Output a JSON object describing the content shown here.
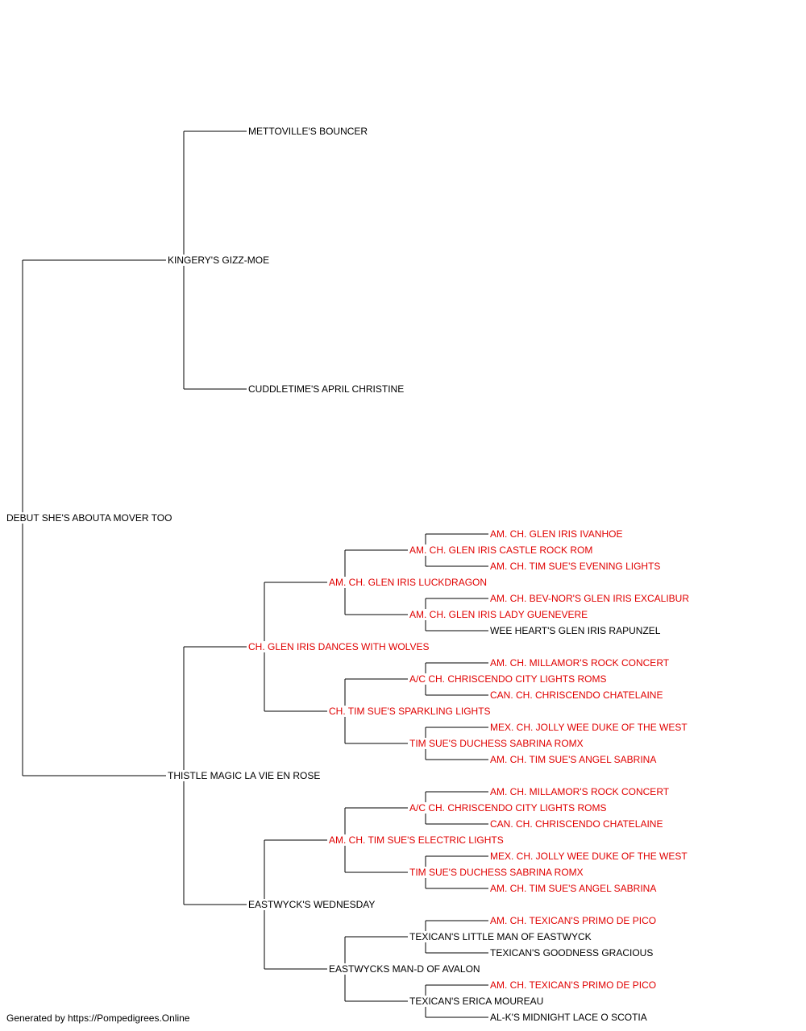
{
  "colors": {
    "champion": "#e00000",
    "normal": "#000000"
  },
  "footer": "Generated by https://Pompedigrees.Online",
  "pedigree": {
    "name": "DEBUT SHE'S ABOUTA MOVER TOO",
    "champion": false,
    "sire": {
      "name": "KINGERY'S GIZZ-MOE",
      "champion": false,
      "sire": {
        "name": "METTOVILLE'S BOUNCER",
        "champion": false
      },
      "dam": {
        "name": "CUDDLETIME'S APRIL CHRISTINE",
        "champion": false
      }
    },
    "dam": {
      "name": "THISTLE MAGIC LA VIE EN ROSE",
      "champion": false,
      "sire": {
        "name": "CH. GLEN IRIS DANCES WITH WOLVES",
        "champion": true,
        "sire": {
          "name": "AM. CH. GLEN IRIS LUCKDRAGON",
          "champion": true,
          "sire": {
            "name": "AM. CH. GLEN IRIS CASTLE ROCK ROM",
            "champion": true,
            "sire": {
              "name": "AM. CH. GLEN IRIS IVANHOE",
              "champion": true
            },
            "dam": {
              "name": "AM. CH. TIM SUE'S EVENING LIGHTS",
              "champion": true
            }
          },
          "dam": {
            "name": "AM. CH. GLEN IRIS LADY GUENEVERE",
            "champion": true,
            "sire": {
              "name": "AM. CH. BEV-NOR'S GLEN IRIS EXCALIBUR",
              "champion": true
            },
            "dam": {
              "name": "WEE HEART'S GLEN IRIS RAPUNZEL",
              "champion": false
            }
          }
        },
        "dam": {
          "name": "CH. TIM SUE'S SPARKLING LIGHTS",
          "champion": true,
          "sire": {
            "name": "A/C CH. CHRISCENDO CITY LIGHTS ROMS",
            "champion": true,
            "sire": {
              "name": "AM. CH. MILLAMOR'S ROCK CONCERT",
              "champion": true
            },
            "dam": {
              "name": "CAN. CH. CHRISCENDO CHATELAINE",
              "champion": true
            }
          },
          "dam": {
            "name": "TIM SUE'S DUCHESS SABRINA ROMX",
            "champion": true,
            "sire": {
              "name": "MEX. CH. JOLLY WEE DUKE OF THE WEST",
              "champion": true
            },
            "dam": {
              "name": "AM. CH. TIM SUE'S ANGEL SABRINA",
              "champion": true
            }
          }
        }
      },
      "dam": {
        "name": "EASTWYCK'S WEDNESDAY",
        "champion": false,
        "sire": {
          "name": "AM. CH. TIM SUE'S ELECTRIC LIGHTS",
          "champion": true,
          "sire": {
            "name": "A/C CH. CHRISCENDO CITY LIGHTS ROMS",
            "champion": true,
            "sire": {
              "name": "AM. CH. MILLAMOR'S ROCK CONCERT",
              "champion": true
            },
            "dam": {
              "name": "CAN. CH. CHRISCENDO CHATELAINE",
              "champion": true
            }
          },
          "dam": {
            "name": "TIM SUE'S DUCHESS SABRINA ROMX",
            "champion": true,
            "sire": {
              "name": "MEX. CH. JOLLY WEE DUKE OF THE WEST",
              "champion": true
            },
            "dam": {
              "name": "AM. CH. TIM SUE'S ANGEL SABRINA",
              "champion": true
            }
          }
        },
        "dam": {
          "name": "EASTWYCKS MAN-D OF AVALON",
          "champion": false,
          "sire": {
            "name": "TEXICAN'S LITTLE MAN OF EASTWYCK",
            "champion": false,
            "sire": {
              "name": "AM. CH. TEXICAN'S PRIMO DE PICO",
              "champion": true
            },
            "dam": {
              "name": "TEXICAN'S GOODNESS GRACIOUS",
              "champion": false
            }
          },
          "dam": {
            "name": "TEXICAN'S ERICA MOUREAU",
            "champion": false,
            "sire": {
              "name": "AM. CH. TEXICAN'S PRIMO DE PICO",
              "champion": true
            },
            "dam": {
              "name": "AL-K'S MIDNIGHT LACE O SCOTIA",
              "champion": false
            }
          }
        }
      }
    }
  }
}
